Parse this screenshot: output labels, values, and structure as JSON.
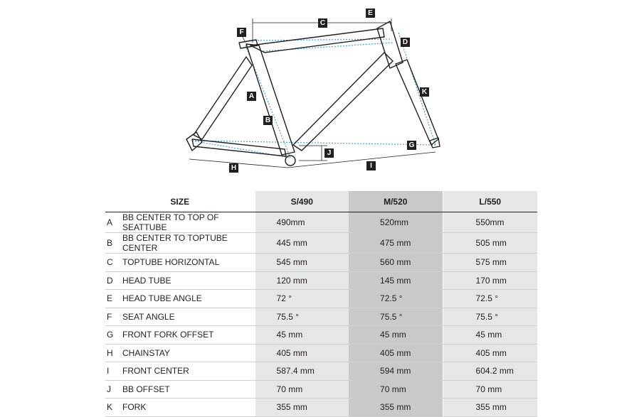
{
  "diagram": {
    "tags": [
      "A",
      "B",
      "C",
      "D",
      "E",
      "F",
      "G",
      "H",
      "I",
      "J",
      "K"
    ]
  },
  "table": {
    "headers": {
      "size": "SIZE",
      "s": "S/490",
      "m": "M/520",
      "l": "L/550"
    },
    "rows": [
      {
        "key": "A",
        "label": "BB CENTER TO TOP OF SEATTUBE",
        "s": "490mm",
        "m": "520mm",
        "l": "550mm"
      },
      {
        "key": "B",
        "label": "BB CENTER TO TOPTUBE CENTER",
        "s": "445 mm",
        "m": "475 mm",
        "l": "505 mm"
      },
      {
        "key": "C",
        "label": "TOPTUBE HORIZONTAL",
        "s": "545 mm",
        "m": "560 mm",
        "l": "575 mm"
      },
      {
        "key": "D",
        "label": "HEAD TUBE",
        "s": "120 mm",
        "m": "145 mm",
        "l": "170 mm"
      },
      {
        "key": "E",
        "label": "HEAD TUBE ANGLE",
        "s": "72 °",
        "m": "72.5 °",
        "l": "72.5 °"
      },
      {
        "key": "F",
        "label": "SEAT ANGLE",
        "s": "75.5 °",
        "m": "75.5 °",
        "l": "75.5 °"
      },
      {
        "key": "G",
        "label": "FRONT FORK OFFSET",
        "s": "45 mm",
        "m": "45 mm",
        "l": "45 mm"
      },
      {
        "key": "H",
        "label": "CHAINSTAY",
        "s": "405 mm",
        "m": "405 mm",
        "l": "405 mm"
      },
      {
        "key": "I",
        "label": "FRONT CENTER",
        "s": "587.4 mm",
        "m": "594 mm",
        "l": "604.2 mm"
      },
      {
        "key": "J",
        "label": "BB OFFSET",
        "s": "70 mm",
        "m": "70 mm",
        "l": "70 mm"
      },
      {
        "key": "K",
        "label": "FORK",
        "s": "355 mm",
        "m": "355 mm",
        "l": "355 mm"
      }
    ]
  },
  "colors": {
    "frame": "#231f20",
    "guide": "#3fa7d6",
    "col_s": "#e6e6e6",
    "col_m": "#c9c9c9"
  }
}
